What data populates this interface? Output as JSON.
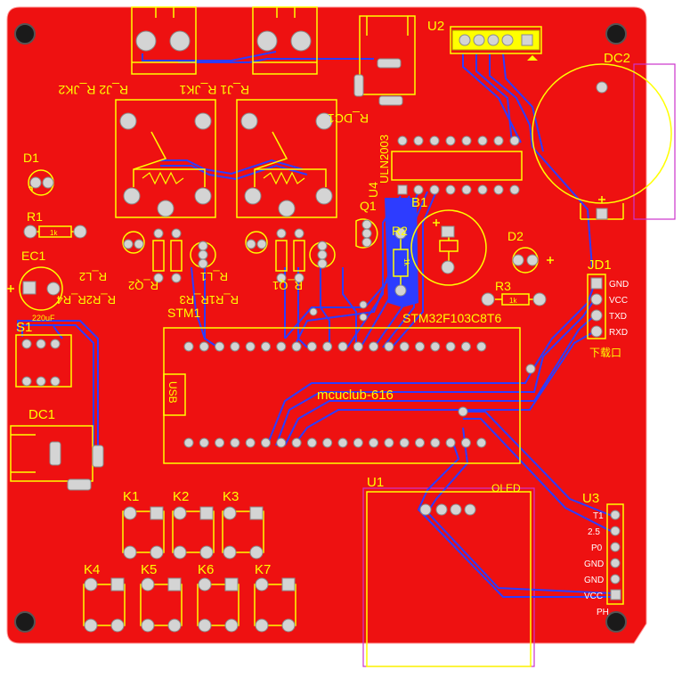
{
  "board": {
    "colors": {
      "board": "#ee1111",
      "silk": "#ffff00",
      "copper_bottom": "#2d3cff",
      "pad": "#d4d4d4",
      "keepout": "#cc33cc",
      "hole": "#1a1a1a"
    }
  },
  "labels": {
    "u2": "U2",
    "dc2": "DC2",
    "r_dc1": "R_DC1",
    "r_jk2": "R_J2 R_JK2",
    "r_jk1": "R_J1 R_JK1",
    "uln": "ULN2003",
    "u4": "U4",
    "b1": "B1",
    "q1": "Q1",
    "r2": "R2",
    "d1": "D1",
    "r1": "R1",
    "ec1": "EC1",
    "ec1_val": "220uF",
    "d2": "D2",
    "r3": "R3",
    "jd1": "JD1",
    "jd1_gnd": "GND",
    "jd1_vcc": "VCC",
    "jd1_txd": "TXD",
    "jd1_rxd": "RXD",
    "download": "下载口",
    "stm32": "STM32F103C8T6",
    "stm1": "STM1",
    "usb": "USB",
    "mcuclub": "mcuclub-616",
    "s1": "S1",
    "dc1": "DC1",
    "u1": "U1",
    "oled": "OLED",
    "u3": "U3",
    "u3_t1": "T1",
    "u3_25": "2.5",
    "u3_p0": "P0",
    "u3_gnd1": "GND",
    "u3_gnd2": "GND",
    "u3_vcc": "VCC",
    "u3_ph": "PH",
    "r_l2": "R_L2",
    "r_q2": "R_Q2",
    "r_r2r4": "R_R2R_R4",
    "r_l1": "R_L1",
    "r_q1": "R_Q1",
    "r_r1r3": "R_R1R_R3",
    "k1": "K1",
    "k2": "K2",
    "k3": "K3",
    "k4": "K4",
    "k5": "K5",
    "k6": "K6",
    "k7": "K7",
    "r1_val": "1k",
    "r2_val": "1k",
    "r3_val": "1k"
  }
}
